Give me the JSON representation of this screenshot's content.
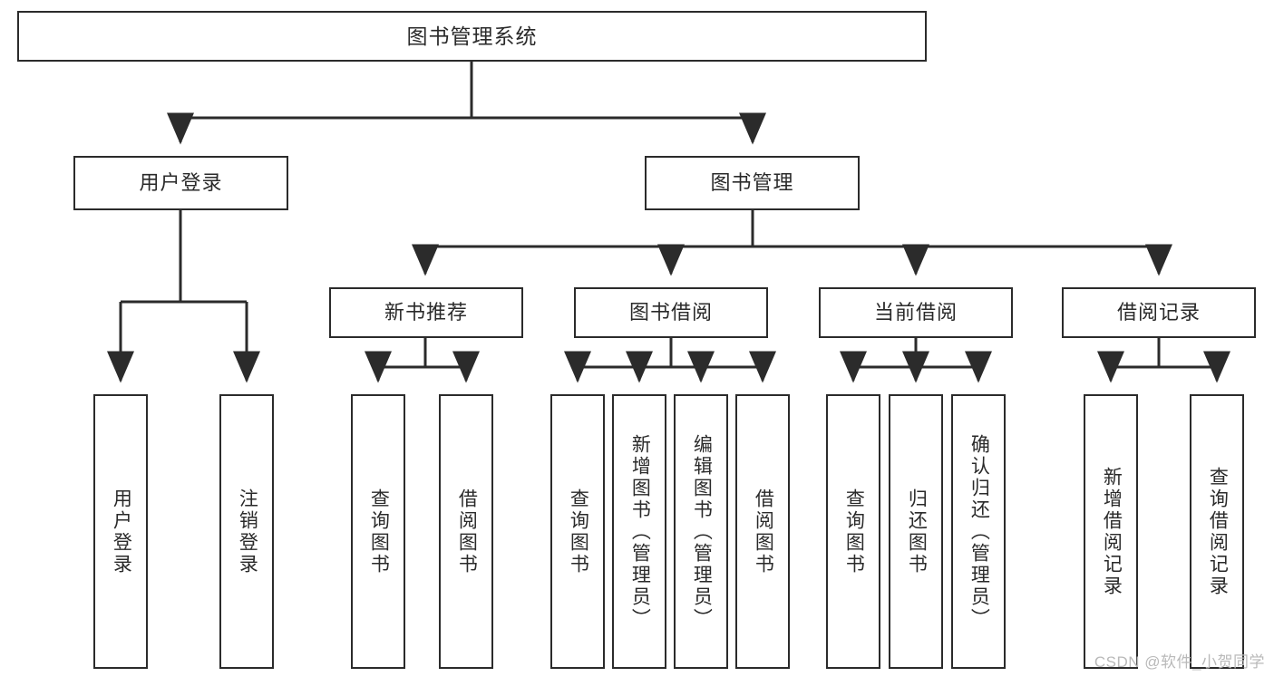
{
  "diagram": {
    "type": "tree",
    "title": "图书管理系统",
    "watermark": "CSDN @软件_小贺同学",
    "colors": {
      "background": "#ffffff",
      "box_fill": "#ffffff",
      "box_border": "#2b2b2b",
      "connector": "#2b2b2b",
      "text": "#2a2a2a",
      "watermark": "#b9b9b9"
    },
    "root": {
      "label": "图书管理系统"
    },
    "level1": [
      {
        "id": "user-login",
        "label": "用户登录"
      },
      {
        "id": "book-manage",
        "label": "图书管理"
      }
    ],
    "level2": [
      {
        "id": "new-book-rec",
        "label": "新书推荐",
        "parent": "book-manage"
      },
      {
        "id": "book-borrow",
        "label": "图书借阅",
        "parent": "book-manage"
      },
      {
        "id": "current-borrow",
        "label": "当前借阅",
        "parent": "book-manage"
      },
      {
        "id": "borrow-record",
        "label": "借阅记录",
        "parent": "book-manage"
      }
    ],
    "leaves": [
      {
        "id": "leaf-user-login",
        "label": "用户登录",
        "parent": "user-login"
      },
      {
        "id": "leaf-logout",
        "label": "注销登录",
        "parent": "user-login"
      },
      {
        "id": "leaf-query-book-1",
        "label": "查询图书",
        "parent": "new-book-rec"
      },
      {
        "id": "leaf-borrow-book-1",
        "label": "借阅图书",
        "parent": "new-book-rec"
      },
      {
        "id": "leaf-query-book-2",
        "label": "查询图书",
        "parent": "book-borrow"
      },
      {
        "id": "leaf-add-book",
        "label": "新增图书（管理员）",
        "parent": "book-borrow"
      },
      {
        "id": "leaf-edit-book",
        "label": "编辑图书（管理员）",
        "parent": "book-borrow"
      },
      {
        "id": "leaf-borrow-book-2",
        "label": "借阅图书",
        "parent": "book-borrow"
      },
      {
        "id": "leaf-query-book-3",
        "label": "查询图书",
        "parent": "current-borrow"
      },
      {
        "id": "leaf-return-book",
        "label": "归还图书",
        "parent": "current-borrow"
      },
      {
        "id": "leaf-confirm-return",
        "label": "确认归还（管理员）",
        "parent": "current-borrow"
      },
      {
        "id": "leaf-add-record",
        "label": "新增借阅记录",
        "parent": "borrow-record"
      },
      {
        "id": "leaf-query-record",
        "label": "查询借阅记录",
        "parent": "borrow-record"
      }
    ]
  }
}
